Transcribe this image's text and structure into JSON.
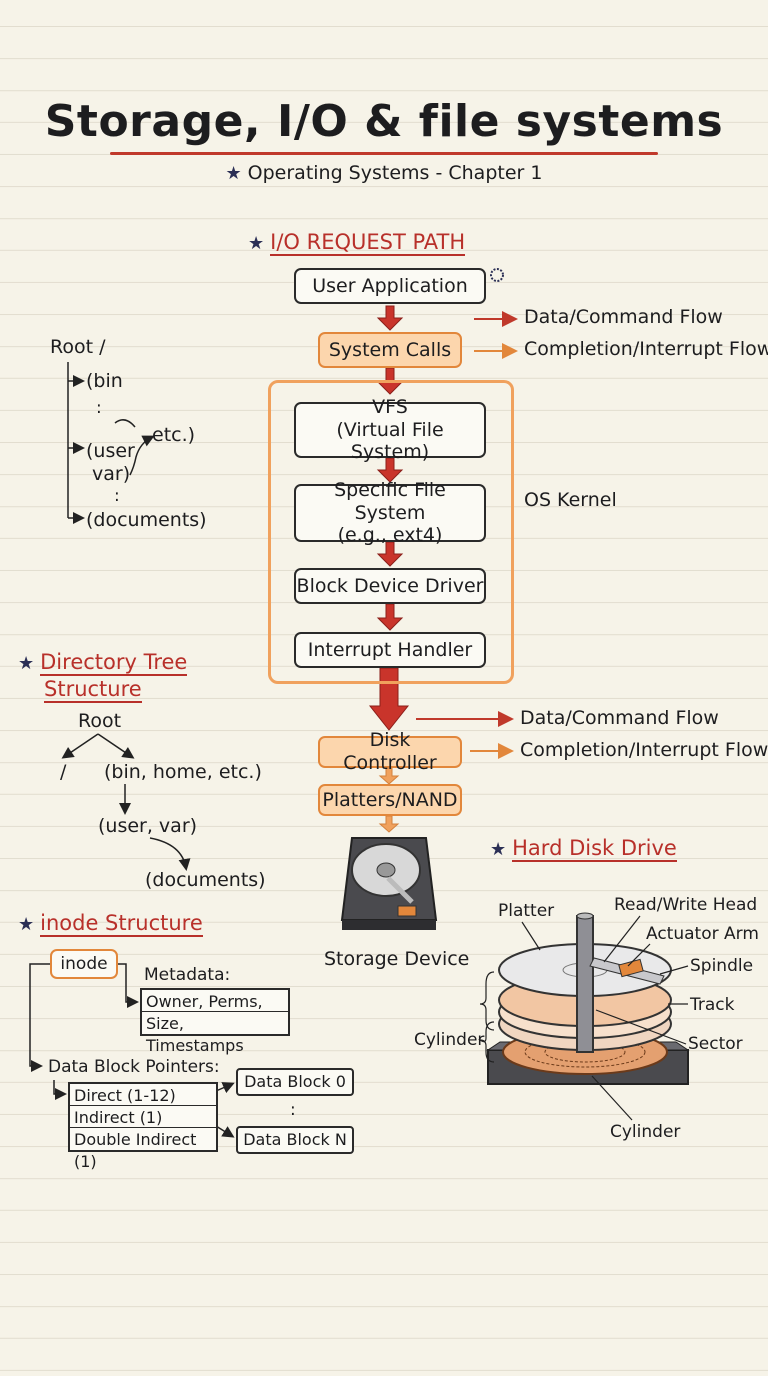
{
  "title": "Storage, I/O & file systems",
  "subtitle": "Operating Systems - Chapter 1",
  "io_path": {
    "heading": "I/O REQUEST PATH",
    "user_app": "User Application",
    "system_calls": "System Calls",
    "vfs_line1": "VFS",
    "vfs_line2": "(Virtual File System)",
    "fs_line1": "Specific File System",
    "fs_line2": "(e.g., ext4)",
    "block_driver": "Block Device Driver",
    "interrupt_handler": "Interrupt Handler",
    "kernel_label": "OS Kernel",
    "disk_controller": "Disk Controller",
    "platters": "Platters/NAND",
    "storage_device": "Storage Device",
    "legend_top": {
      "data": "Data/Command Flow",
      "completion": "Completion/Interrupt Flow"
    },
    "legend_bottom": {
      "data": "Data/Command Flow",
      "completion": "Completion/Interrupt Flow"
    }
  },
  "root_sketch": {
    "root": "Root /",
    "bin": "(bin",
    "dots1": ":",
    "user": "(user",
    "var": "var)",
    "etc": "etc.)",
    "dots2": ":",
    "documents": "(documents)"
  },
  "directory_tree": {
    "heading_line1": "Directory Tree",
    "heading_line2": "Structure",
    "root": "Root",
    "slash": "/",
    "bin": "(bin, home, etc.)",
    "user": "(user, var)",
    "documents": "(documents)"
  },
  "inode": {
    "heading": "inode Structure",
    "inode": "inode",
    "metadata_label": "Metadata:",
    "metadata_rows": [
      "Owner, Perms,",
      "Size, Timestamps"
    ],
    "pointers_label": "Data Block Pointers:",
    "pointer_rows": [
      "Direct (1-12)",
      "Indirect (1)",
      "Double Indirect (1)"
    ],
    "block0": "Data Block 0",
    "dots": ":",
    "blockN": "Data Block N"
  },
  "hdd": {
    "heading": "Hard Disk Drive",
    "platter": "Platter",
    "rw_head": "Read/Write Head",
    "actuator": "Actuator Arm",
    "spindle": "Spindle",
    "track": "Track",
    "cylinder_left": "Cylinder",
    "sector": "Sector",
    "cylinder_bottom": "Cylinder"
  },
  "colors": {
    "accent_red": "#c0392b",
    "accent_orange": "#e2873b",
    "box_orange": "#fcd6ad",
    "ink": "#1d1d1f",
    "paper": "#f6f3e8"
  }
}
